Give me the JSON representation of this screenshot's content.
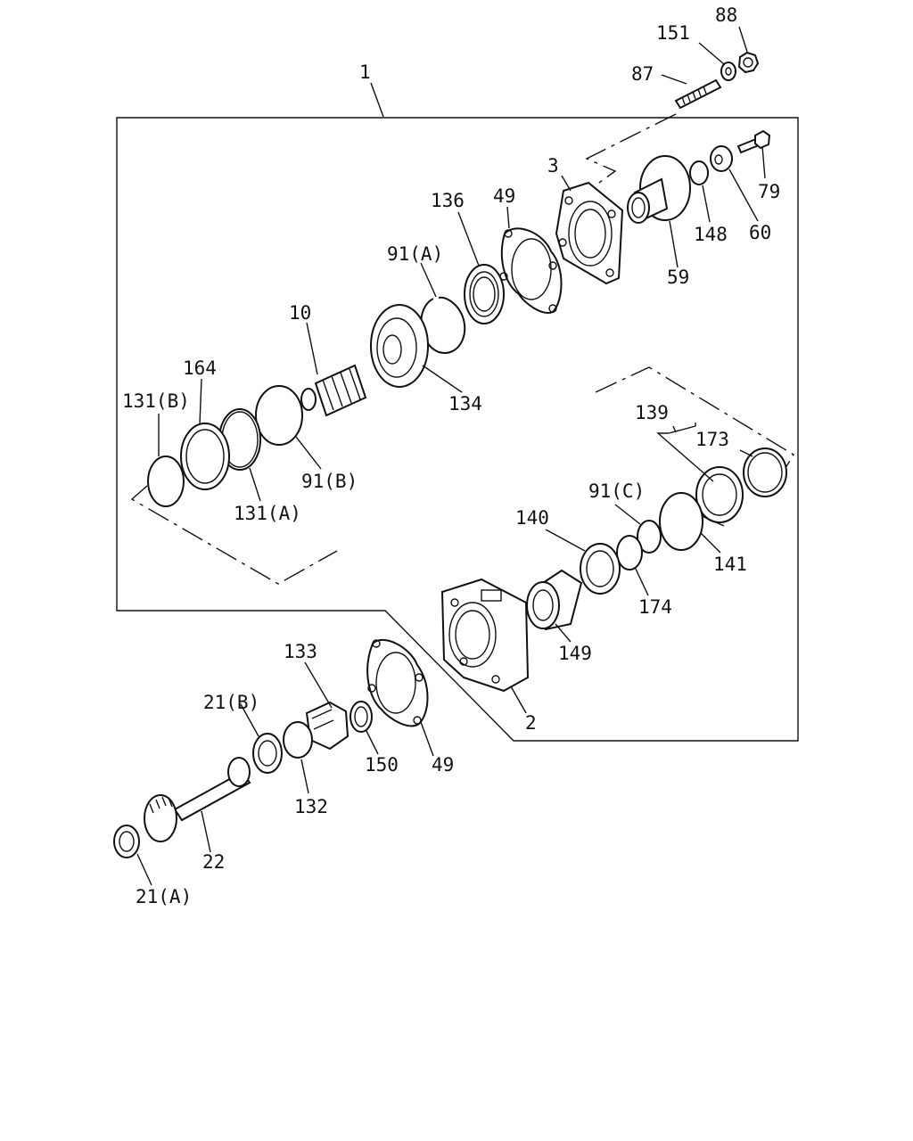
{
  "callouts": [
    {
      "id": "c1",
      "text": "1"
    },
    {
      "id": "c88",
      "text": "88"
    },
    {
      "id": "c151",
      "text": "151"
    },
    {
      "id": "c87",
      "text": "87"
    },
    {
      "id": "c3",
      "text": "3"
    },
    {
      "id": "c79",
      "text": "79"
    },
    {
      "id": "c136",
      "text": "136"
    },
    {
      "id": "c49a",
      "text": "49"
    },
    {
      "id": "c148",
      "text": "148"
    },
    {
      "id": "c60",
      "text": "60"
    },
    {
      "id": "c59",
      "text": "59"
    },
    {
      "id": "c91a",
      "text": "91(A)"
    },
    {
      "id": "c10",
      "text": "10"
    },
    {
      "id": "c164",
      "text": "164"
    },
    {
      "id": "c131b",
      "text": "131(B)"
    },
    {
      "id": "c134",
      "text": "134"
    },
    {
      "id": "c139",
      "text": "139"
    },
    {
      "id": "c173",
      "text": "173"
    },
    {
      "id": "c91b",
      "text": "91(B)"
    },
    {
      "id": "c131a",
      "text": "131(A)"
    },
    {
      "id": "c91c",
      "text": "91(C)"
    },
    {
      "id": "c140",
      "text": "140"
    },
    {
      "id": "c141",
      "text": "141"
    },
    {
      "id": "c174",
      "text": "174"
    },
    {
      "id": "c149",
      "text": "149"
    },
    {
      "id": "c133",
      "text": "133"
    },
    {
      "id": "c21b",
      "text": "21(B)"
    },
    {
      "id": "c2",
      "text": "2"
    },
    {
      "id": "c150",
      "text": "150"
    },
    {
      "id": "c49b",
      "text": "49"
    },
    {
      "id": "c132",
      "text": "132"
    },
    {
      "id": "c22",
      "text": "22"
    },
    {
      "id": "c21a",
      "text": "21(A)"
    }
  ]
}
